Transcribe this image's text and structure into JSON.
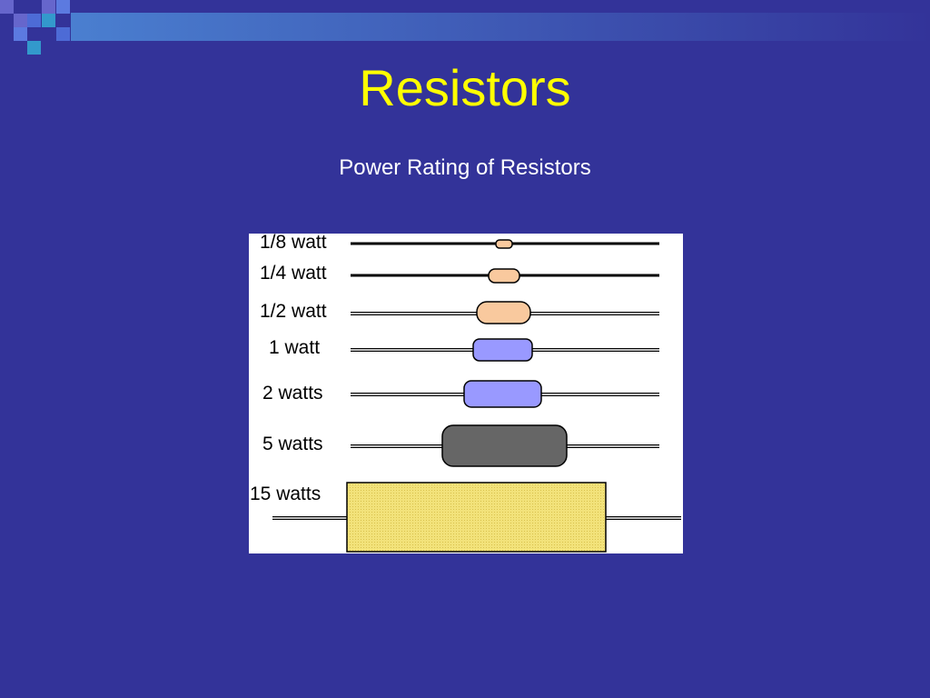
{
  "slide": {
    "title": "Resistors",
    "subtitle": "Power Rating of Resistors"
  },
  "colors": {
    "background": "#333399",
    "title": "#ffff00",
    "subtitle": "#ffffff",
    "decoration_squares": [
      "#6666cc",
      "#3399cc",
      "#5c7ae0",
      "#4d6bd6"
    ]
  },
  "figure": {
    "resistors": [
      {
        "label": "1/8 watt",
        "body_color": "#f9c99e"
      },
      {
        "label": "1/4 watt",
        "body_color": "#f9c99e"
      },
      {
        "label": "1/2 watt",
        "body_color": "#f9c99e"
      },
      {
        "label": "1 watt",
        "body_color": "#9999ff"
      },
      {
        "label": "2 watts",
        "body_color": "#9999ff"
      },
      {
        "label": "5 watts",
        "body_color": "#666666"
      },
      {
        "label": "15 watts",
        "body_color": "#f0e070"
      }
    ]
  }
}
